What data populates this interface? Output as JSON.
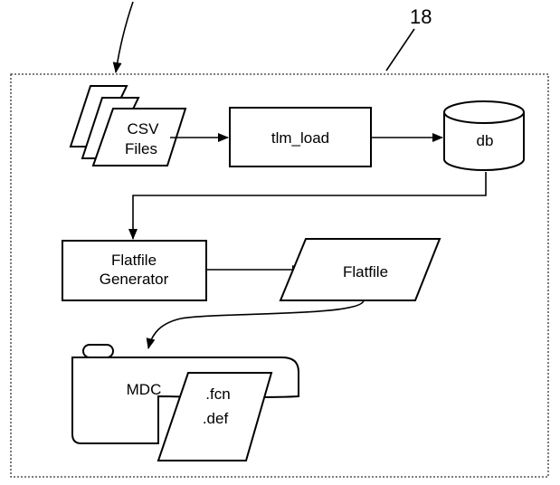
{
  "reference_numeral": "18",
  "nodes": {
    "csv_files": {
      "line1": "CSV",
      "line2": "Files"
    },
    "tlm_load": {
      "label": "tlm_load"
    },
    "db": {
      "label": "db"
    },
    "flatfile_generator": {
      "line1": "Flatfile",
      "line2": "Generator"
    },
    "flatfile": {
      "label": "Flatfile"
    },
    "mdc": {
      "label": "MDC"
    },
    "fcn_def": {
      "line1": ".fcn",
      "line2": ".def"
    }
  },
  "edges": [
    {
      "from": "csv_files",
      "to": "tlm_load"
    },
    {
      "from": "tlm_load",
      "to": "db"
    },
    {
      "from": "db",
      "to": "flatfile_generator"
    },
    {
      "from": "flatfile_generator",
      "to": "flatfile"
    },
    {
      "from": "flatfile",
      "to": "mdc"
    }
  ]
}
